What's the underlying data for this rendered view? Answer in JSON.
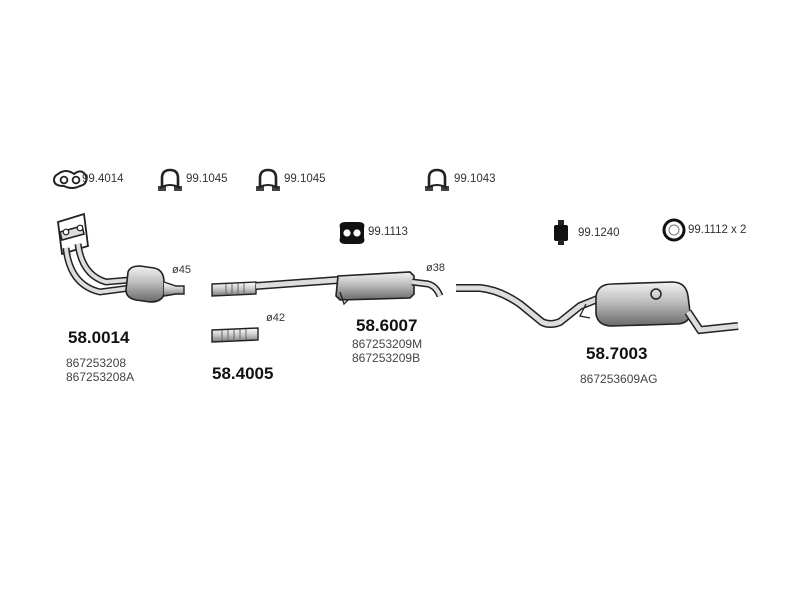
{
  "hardware": [
    {
      "ref": "99.4014",
      "icon": "flange-gasket-icon"
    },
    {
      "ref": "99.1045",
      "icon": "u-clamp-icon"
    },
    {
      "ref": "99.1045",
      "icon": "u-clamp-icon"
    },
    {
      "ref": "99.1043",
      "icon": "u-clamp-icon"
    },
    {
      "ref": "99.1113",
      "icon": "rubber-mount-icon"
    },
    {
      "ref": "99.1240",
      "icon": "rubber-hanger-icon"
    },
    {
      "ref": "99.1112 x 2",
      "icon": "ring-icon"
    }
  ],
  "parts": [
    {
      "number": "58.0014",
      "oem": [
        "867253208",
        "867253208A"
      ],
      "diameter": "ø45",
      "type": "front-pipe-catalyst"
    },
    {
      "number": "58.4005",
      "oem": [],
      "diameter": "ø42",
      "type": "flex-connector"
    },
    {
      "number": "58.6007",
      "oem": [
        "867253209M",
        "867253209B"
      ],
      "diameter": "ø38",
      "type": "middle-silencer"
    },
    {
      "number": "58.7003",
      "oem": [
        "867253609AG"
      ],
      "diameter": "",
      "type": "rear-silencer"
    }
  ]
}
